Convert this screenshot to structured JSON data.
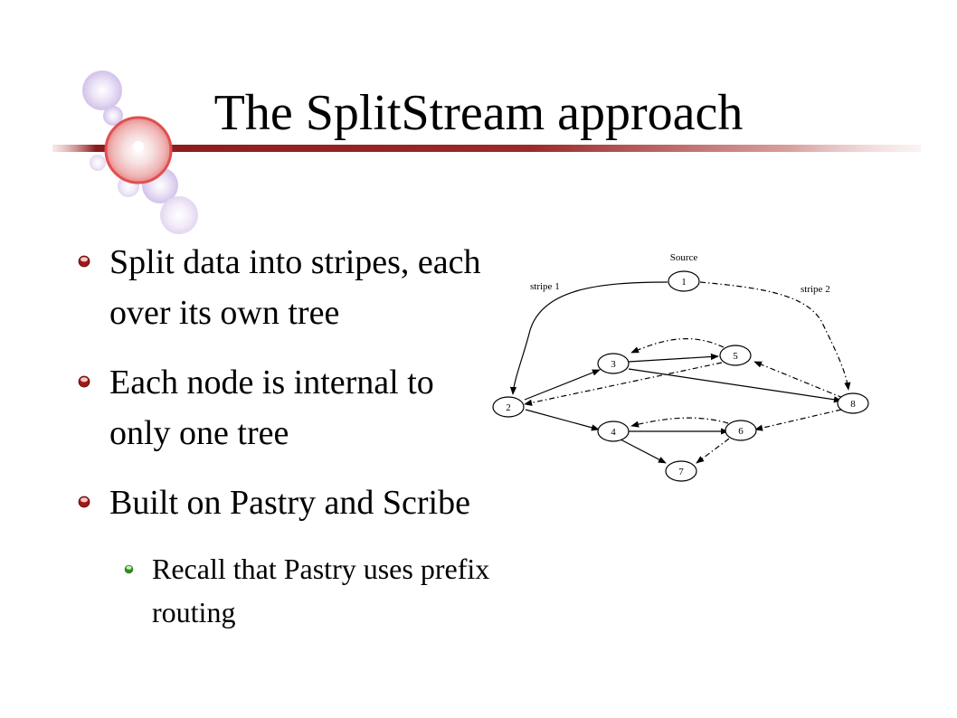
{
  "slide": {
    "title": "The SplitStream approach",
    "bullets": [
      {
        "text": "Split data into stripes, each over its own tree"
      },
      {
        "text": "Each node is internal to only one tree"
      },
      {
        "text": "Built on Pastry and Scribe"
      }
    ],
    "sub_bullets": [
      {
        "text": "Recall that Pastry uses prefix routing"
      }
    ]
  },
  "diagram": {
    "source_label": "Source",
    "stripe1_label": "stripe 1",
    "stripe2_label": "stripe 2",
    "nodes": [
      {
        "id": "1",
        "label": "1"
      },
      {
        "id": "2",
        "label": "2"
      },
      {
        "id": "3",
        "label": "3"
      },
      {
        "id": "4",
        "label": "4"
      },
      {
        "id": "5",
        "label": "5"
      },
      {
        "id": "6",
        "label": "6"
      },
      {
        "id": "7",
        "label": "7"
      },
      {
        "id": "8",
        "label": "8"
      }
    ]
  },
  "colors": {
    "accent_bar": "#8b1a1a",
    "bullet_main": "#a01818",
    "bullet_sub": "#2f8a1e"
  }
}
